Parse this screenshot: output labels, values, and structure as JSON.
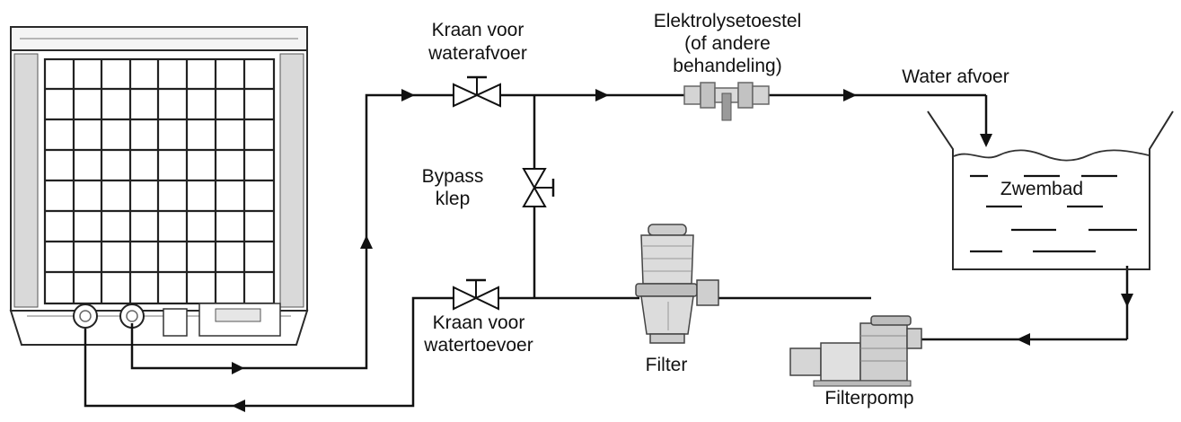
{
  "labels": {
    "drain_valve_line1": "Kraan voor",
    "drain_valve_line2": "waterafvoer",
    "electrolysis_line1": "Elektrolysetoestel",
    "electrolysis_line2": "(of andere",
    "electrolysis_line3": "behandeling)",
    "water_outlet": "Water afvoer",
    "bypass_line1": "Bypass",
    "bypass_line2": "klep",
    "pool": "Zwembad",
    "supply_valve_line1": "Kraan voor",
    "supply_valve_line2": "watertoevoer",
    "filter": "Filter",
    "filter_pump": "Filterpomp"
  },
  "colors": {
    "line": "#111111",
    "device_fill": "#cfcfcf",
    "device_dark": "#9a9a9a"
  }
}
